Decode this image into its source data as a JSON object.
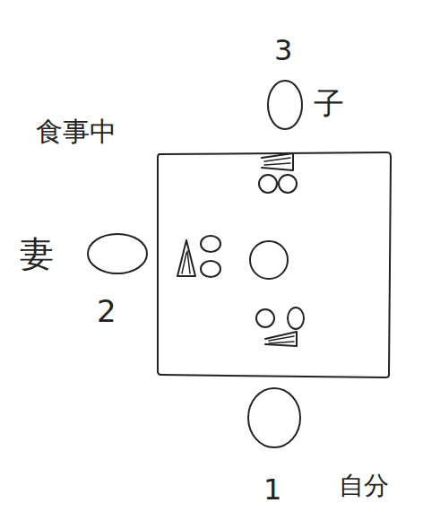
{
  "diagram": {
    "title": "食事中",
    "labels": [
      "3",
      "子",
      "妻",
      "2",
      "1",
      "自分"
    ]
  }
}
